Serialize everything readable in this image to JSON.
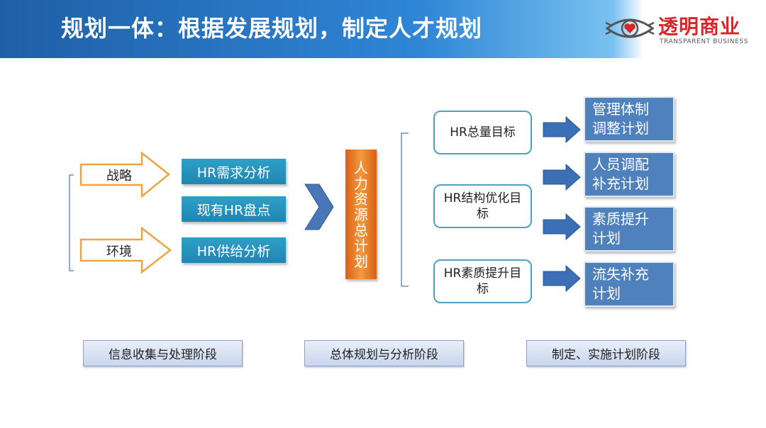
{
  "header": {
    "title": "规划一体：根据发展规划，制定人才规划",
    "logo_main": "透明商业",
    "logo_sub": "TRANSPARENT BUSINESS"
  },
  "inputs": [
    "战略",
    "环境"
  ],
  "analysis": [
    "HR需求分析",
    "现有HR盘点",
    "HR供给分析"
  ],
  "master_plan": [
    "人",
    "力",
    "资",
    "源",
    "总",
    "计",
    "划"
  ],
  "targets": [
    "HR总量目标",
    "HR结构优化目标",
    "HR素质提升目标"
  ],
  "plans": [
    [
      "管理体制",
      "调整计划"
    ],
    [
      "人员调配",
      "补充计划"
    ],
    [
      "素质提升",
      "计划"
    ],
    [
      "流失补充",
      "计划"
    ]
  ],
  "stages": [
    "信息收集与处理阶段",
    "总体规划与分析阶段",
    "制定、实施计划阶段"
  ],
  "colors": {
    "header_blue": "#1f5fa8",
    "teal": "#1f86b2",
    "plan_blue": "#4f81bd",
    "orange": "#e46c1a",
    "arrow_blue": "#3b6fb6",
    "logo_red": "#d9262b"
  }
}
